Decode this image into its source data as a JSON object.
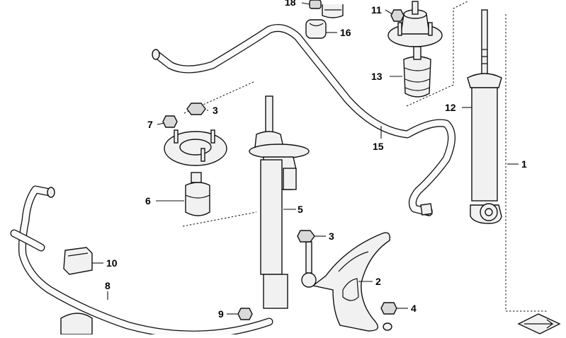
{
  "diagram": {
    "callouts": [
      {
        "id": "c18",
        "label": "18"
      },
      {
        "id": "c16",
        "label": "16"
      },
      {
        "id": "c11",
        "label": "11"
      },
      {
        "id": "c13",
        "label": "13"
      },
      {
        "id": "c12",
        "label": "12"
      },
      {
        "id": "c3a",
        "label": "3"
      },
      {
        "id": "c7",
        "label": "7"
      },
      {
        "id": "c6",
        "label": "6"
      },
      {
        "id": "c5",
        "label": "5"
      },
      {
        "id": "c15",
        "label": "15"
      },
      {
        "id": "c1",
        "label": "1"
      },
      {
        "id": "c10",
        "label": "10"
      },
      {
        "id": "c8",
        "label": "8"
      },
      {
        "id": "c9",
        "label": "9"
      },
      {
        "id": "c3b",
        "label": "3"
      },
      {
        "id": "c2",
        "label": "2"
      },
      {
        "id": "c4",
        "label": "4"
      }
    ]
  }
}
